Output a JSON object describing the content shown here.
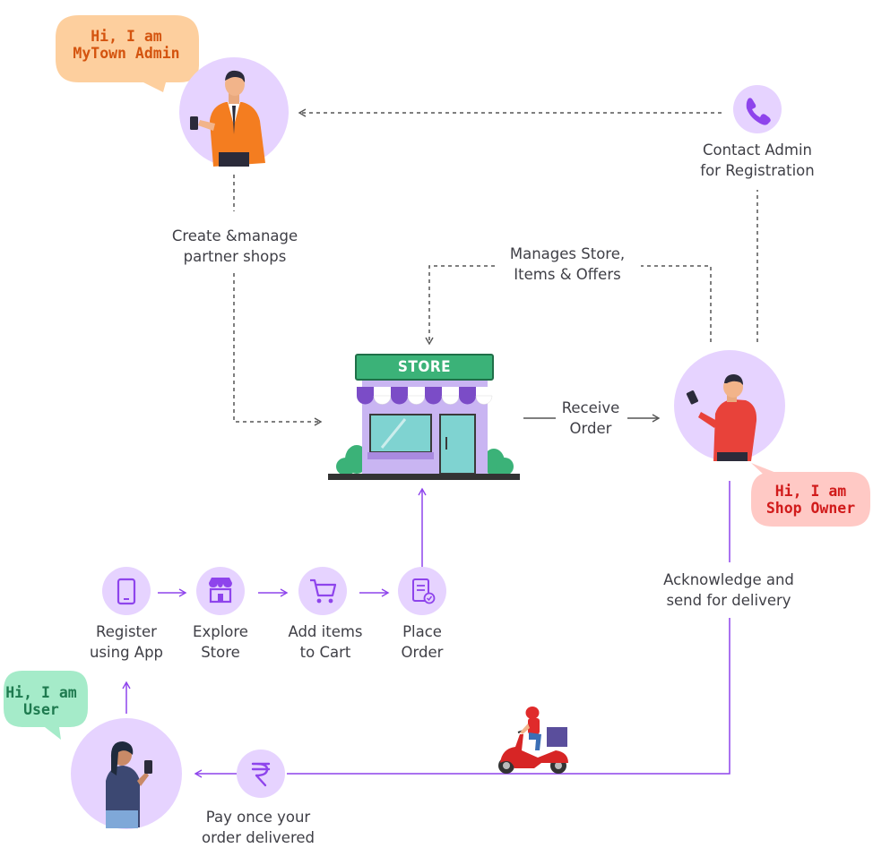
{
  "colors": {
    "accent": "#8e44ec",
    "circle": "#e6d3ff",
    "dash": "#555555",
    "admin_bubble": "#fdcf9e",
    "admin_text": "#d4540f",
    "owner_bubble": "#ffc9c5",
    "owner_text": "#d11b1b",
    "user_bubble": "#a5ebc9",
    "user_text": "#1e7a4f",
    "store_sign": "#3bb278"
  },
  "bubbles": {
    "admin": {
      "line1": "Hi, I am",
      "line2": "MyTown Admin"
    },
    "owner": {
      "line1": "Hi, I am",
      "line2": "Shop Owner"
    },
    "user": {
      "line1": "Hi, I am",
      "line2": "User"
    }
  },
  "store": {
    "sign": "STORE"
  },
  "labels": {
    "contact_admin": {
      "line1": "Contact Admin",
      "line2": "for Registration"
    },
    "create_manage": {
      "line1": "Create &manage",
      "line2": "partner shops"
    },
    "manages_store": {
      "line1": "Manages Store,",
      "line2": "Items & Offers"
    },
    "receive_order": {
      "line1": "Receive",
      "line2": "Order"
    },
    "acknowledge": {
      "line1": "Acknowledge and",
      "line2": "send for delivery"
    },
    "pay_once": {
      "line1": "Pay once your",
      "line2": "order delivered"
    }
  },
  "steps": [
    {
      "icon": "smartphone-icon",
      "line1": "Register",
      "line2": "using App"
    },
    {
      "icon": "storefront-icon",
      "line1": "Explore",
      "line2": "Store"
    },
    {
      "icon": "cart-icon",
      "line1": "Add items",
      "line2": "to Cart"
    },
    {
      "icon": "order-receipt-icon",
      "line1": "Place",
      "line2": "Order"
    }
  ],
  "icons": {
    "phone": "phone-icon",
    "rupee": "rupee-icon",
    "scooter": "delivery-scooter-icon"
  }
}
